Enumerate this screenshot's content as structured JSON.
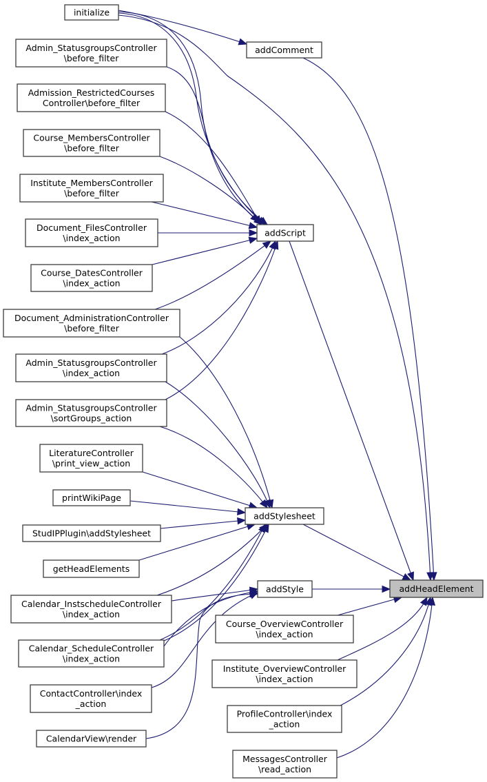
{
  "title": "addHeadElement caller graph",
  "colors": {
    "edge": "#191970",
    "node_border": "#3d3d3d",
    "node_fill": "#ffffff",
    "highlight_fill": "#bfbfbf"
  },
  "target": "addHeadElement",
  "nodes": [
    {
      "id": "initialize",
      "lines": [
        "initialize"
      ]
    },
    {
      "id": "admin_sg_before",
      "lines": [
        "Admin_StatusgroupsController",
        "\\before_filter"
      ]
    },
    {
      "id": "admission_before",
      "lines": [
        "Admission_RestrictedCourses",
        "Controller\\before_filter"
      ]
    },
    {
      "id": "course_members_before",
      "lines": [
        "Course_MembersController",
        "\\before_filter"
      ]
    },
    {
      "id": "inst_members_before",
      "lines": [
        "Institute_MembersController",
        "\\before_filter"
      ]
    },
    {
      "id": "doc_files_index",
      "lines": [
        "Document_FilesController",
        "\\index_action"
      ]
    },
    {
      "id": "course_dates_index",
      "lines": [
        "Course_DatesController",
        "\\index_action"
      ]
    },
    {
      "id": "doc_admin_before",
      "lines": [
        "Document_AdministrationController",
        "\\before_filter"
      ]
    },
    {
      "id": "admin_sg_index",
      "lines": [
        "Admin_StatusgroupsController",
        "\\index_action"
      ]
    },
    {
      "id": "admin_sg_sort",
      "lines": [
        "Admin_StatusgroupsController",
        "\\sortGroups_action"
      ]
    },
    {
      "id": "literature_print",
      "lines": [
        "LiteratureController",
        "\\print_view_action"
      ]
    },
    {
      "id": "print_wiki",
      "lines": [
        "printWikiPage"
      ]
    },
    {
      "id": "studip_plugin_addss",
      "lines": [
        "StudIPPlugin\\addStylesheet"
      ]
    },
    {
      "id": "get_head_elements",
      "lines": [
        "getHeadElements"
      ]
    },
    {
      "id": "cal_instschedule_index",
      "lines": [
        "Calendar_InstscheduleController",
        "\\index_action"
      ]
    },
    {
      "id": "cal_schedule_index",
      "lines": [
        "Calendar_ScheduleController",
        "\\index_action"
      ]
    },
    {
      "id": "contact_index",
      "lines": [
        "ContactController\\index",
        "_action"
      ]
    },
    {
      "id": "calendarview_render",
      "lines": [
        "CalendarView\\render"
      ]
    },
    {
      "id": "addComment",
      "lines": [
        "addComment"
      ]
    },
    {
      "id": "addScript",
      "lines": [
        "addScript"
      ]
    },
    {
      "id": "addStylesheet",
      "lines": [
        "addStylesheet"
      ]
    },
    {
      "id": "addStyle",
      "lines": [
        "addStyle"
      ]
    },
    {
      "id": "addHeadElement",
      "lines": [
        "addHeadElement"
      ],
      "highlight": true
    },
    {
      "id": "course_overview_index",
      "lines": [
        "Course_OverviewController",
        "\\index_action"
      ]
    },
    {
      "id": "inst_overview_index",
      "lines": [
        "Institute_OverviewController",
        "\\index_action"
      ]
    },
    {
      "id": "profile_index",
      "lines": [
        "ProfileController\\index",
        "_action"
      ]
    },
    {
      "id": "messages_read",
      "lines": [
        "MessagesController",
        "\\read_action"
      ]
    }
  ],
  "edges": [
    {
      "from": "initialize",
      "to": "addComment"
    },
    {
      "from": "initialize",
      "to": "addScript"
    },
    {
      "from": "initialize",
      "to": "addScript"
    },
    {
      "from": "initialize",
      "to": "addHeadElement"
    },
    {
      "from": "admin_sg_before",
      "to": "addScript"
    },
    {
      "from": "admission_before",
      "to": "addScript"
    },
    {
      "from": "course_members_before",
      "to": "addScript"
    },
    {
      "from": "inst_members_before",
      "to": "addScript"
    },
    {
      "from": "doc_files_index",
      "to": "addScript"
    },
    {
      "from": "course_dates_index",
      "to": "addScript"
    },
    {
      "from": "doc_admin_before",
      "to": "addScript"
    },
    {
      "from": "doc_admin_before",
      "to": "addStylesheet"
    },
    {
      "from": "admin_sg_index",
      "to": "addScript"
    },
    {
      "from": "admin_sg_index",
      "to": "addStylesheet"
    },
    {
      "from": "admin_sg_sort",
      "to": "addScript"
    },
    {
      "from": "admin_sg_sort",
      "to": "addStylesheet"
    },
    {
      "from": "literature_print",
      "to": "addStylesheet"
    },
    {
      "from": "print_wiki",
      "to": "addStylesheet"
    },
    {
      "from": "studip_plugin_addss",
      "to": "addStylesheet"
    },
    {
      "from": "get_head_elements",
      "to": "addStylesheet"
    },
    {
      "from": "cal_instschedule_index",
      "to": "addStylesheet"
    },
    {
      "from": "cal_instschedule_index",
      "to": "addStyle"
    },
    {
      "from": "cal_schedule_index",
      "to": "addStylesheet"
    },
    {
      "from": "cal_schedule_index",
      "to": "addStylesheet"
    },
    {
      "from": "cal_schedule_index",
      "to": "addStyle"
    },
    {
      "from": "contact_index",
      "to": "addStyle"
    },
    {
      "from": "calendarview_render",
      "to": "addStyle"
    },
    {
      "from": "addComment",
      "to": "addHeadElement"
    },
    {
      "from": "addScript",
      "to": "addHeadElement"
    },
    {
      "from": "addStylesheet",
      "to": "addHeadElement"
    },
    {
      "from": "addStyle",
      "to": "addHeadElement"
    },
    {
      "from": "course_overview_index",
      "to": "addHeadElement"
    },
    {
      "from": "inst_overview_index",
      "to": "addHeadElement"
    },
    {
      "from": "profile_index",
      "to": "addHeadElement"
    },
    {
      "from": "messages_read",
      "to": "addHeadElement"
    }
  ]
}
